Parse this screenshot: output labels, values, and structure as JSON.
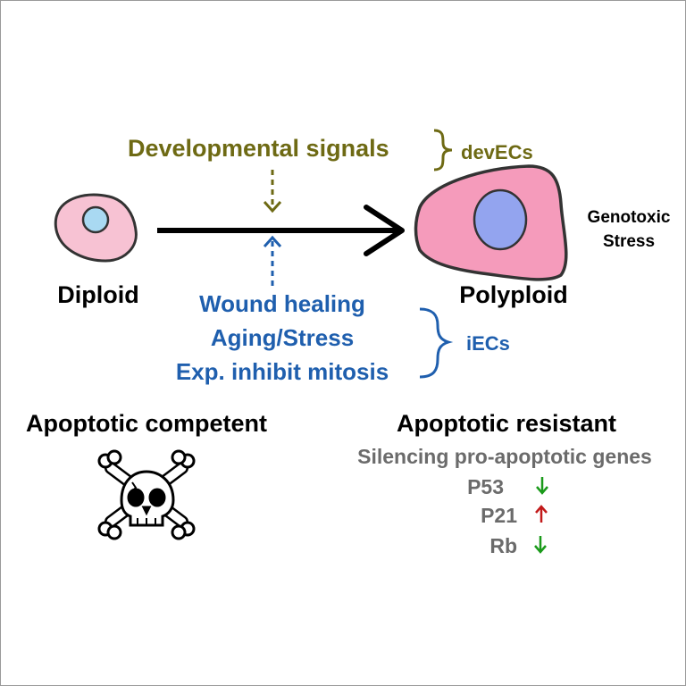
{
  "colors": {
    "developmental": "#6e6a14",
    "induced": "#1f5fae",
    "black": "#000000",
    "gray": "#6b6b6b",
    "cell_pink": "#f59bbb",
    "diploid_pink": "#f7c2d3",
    "nucleus_blue": "#93a4ef",
    "diploid_nucleus": "#a9d9f2",
    "arrow_down_green": "#1a9a1a",
    "arrow_up_red": "#c21a1a"
  },
  "labels": {
    "developmental_signals": "Developmental signals",
    "dev_ecs": "devECs",
    "diploid": "Diploid",
    "polyploid": "Polyploid",
    "genotoxic": "Genotoxic",
    "stress": "Stress",
    "wound_healing": "Wound healing",
    "aging_stress": "Aging/Stress",
    "exp_inhibit": "Exp. inhibit mitosis",
    "iecs": "iECs",
    "apoptotic_competent": "Apoptotic competent",
    "apoptotic_resistant": "Apoptotic resistant",
    "silencing": "Silencing pro-apoptotic genes"
  },
  "genes": [
    {
      "name": "P53",
      "direction": "down"
    },
    {
      "name": "P21",
      "direction": "up"
    },
    {
      "name": "Rb",
      "direction": "down"
    }
  ],
  "icons": {
    "skull": "skull-crossbones-icon",
    "diploid_cell": "diploid-cell-icon",
    "polyploid_cell": "polyploid-cell-icon"
  }
}
